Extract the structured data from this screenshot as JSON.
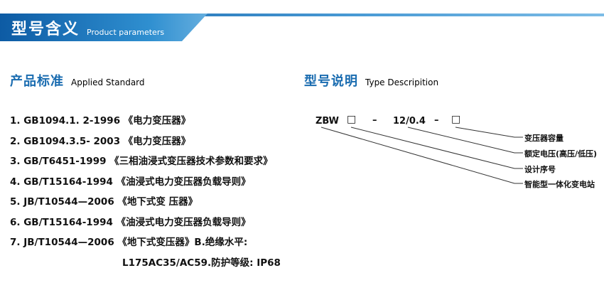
{
  "header": {
    "title": "型号含义",
    "subtitle": "Product parameters"
  },
  "left": {
    "heading": "产品标准",
    "heading_en": "Applied Standard",
    "items": [
      "1. GB1094.1. 2-1996 《电力变压器》",
      "2. GB1094.3.5- 2003 《电力变压器》",
      "3. GB/T6451-1999  《三相油浸式变压器技术参数和要求》",
      "4. GB/T15164-1994 《油浸式电力变压器负载导则》",
      "5. JB/T10544—2006 《地下式变 压器》",
      "6. GB/T15164-1994 《油浸式电力变压器负载导则》",
      "7. JB/T10544—2006 《地下式变压器》B.绝缘水平:"
    ],
    "continuation": "L175AC35/AC59.防护等级: IP68"
  },
  "right": {
    "heading": "型号说明",
    "heading_en": "Type Descripition",
    "model": {
      "prefix": "ZBW",
      "box1": "□",
      "dash1": "–",
      "voltage": "12/0.4",
      "dash2": "–",
      "box2": "□"
    },
    "labels": [
      "变压器容量",
      "额定电压(高压/低压)",
      "设计序号",
      "智能型一体化变电站"
    ]
  },
  "colors": {
    "accent_blue": "#1a6cb0",
    "band_dark": "#0d5ba4",
    "band_light": "#6ab1e0",
    "text": "#111111"
  }
}
